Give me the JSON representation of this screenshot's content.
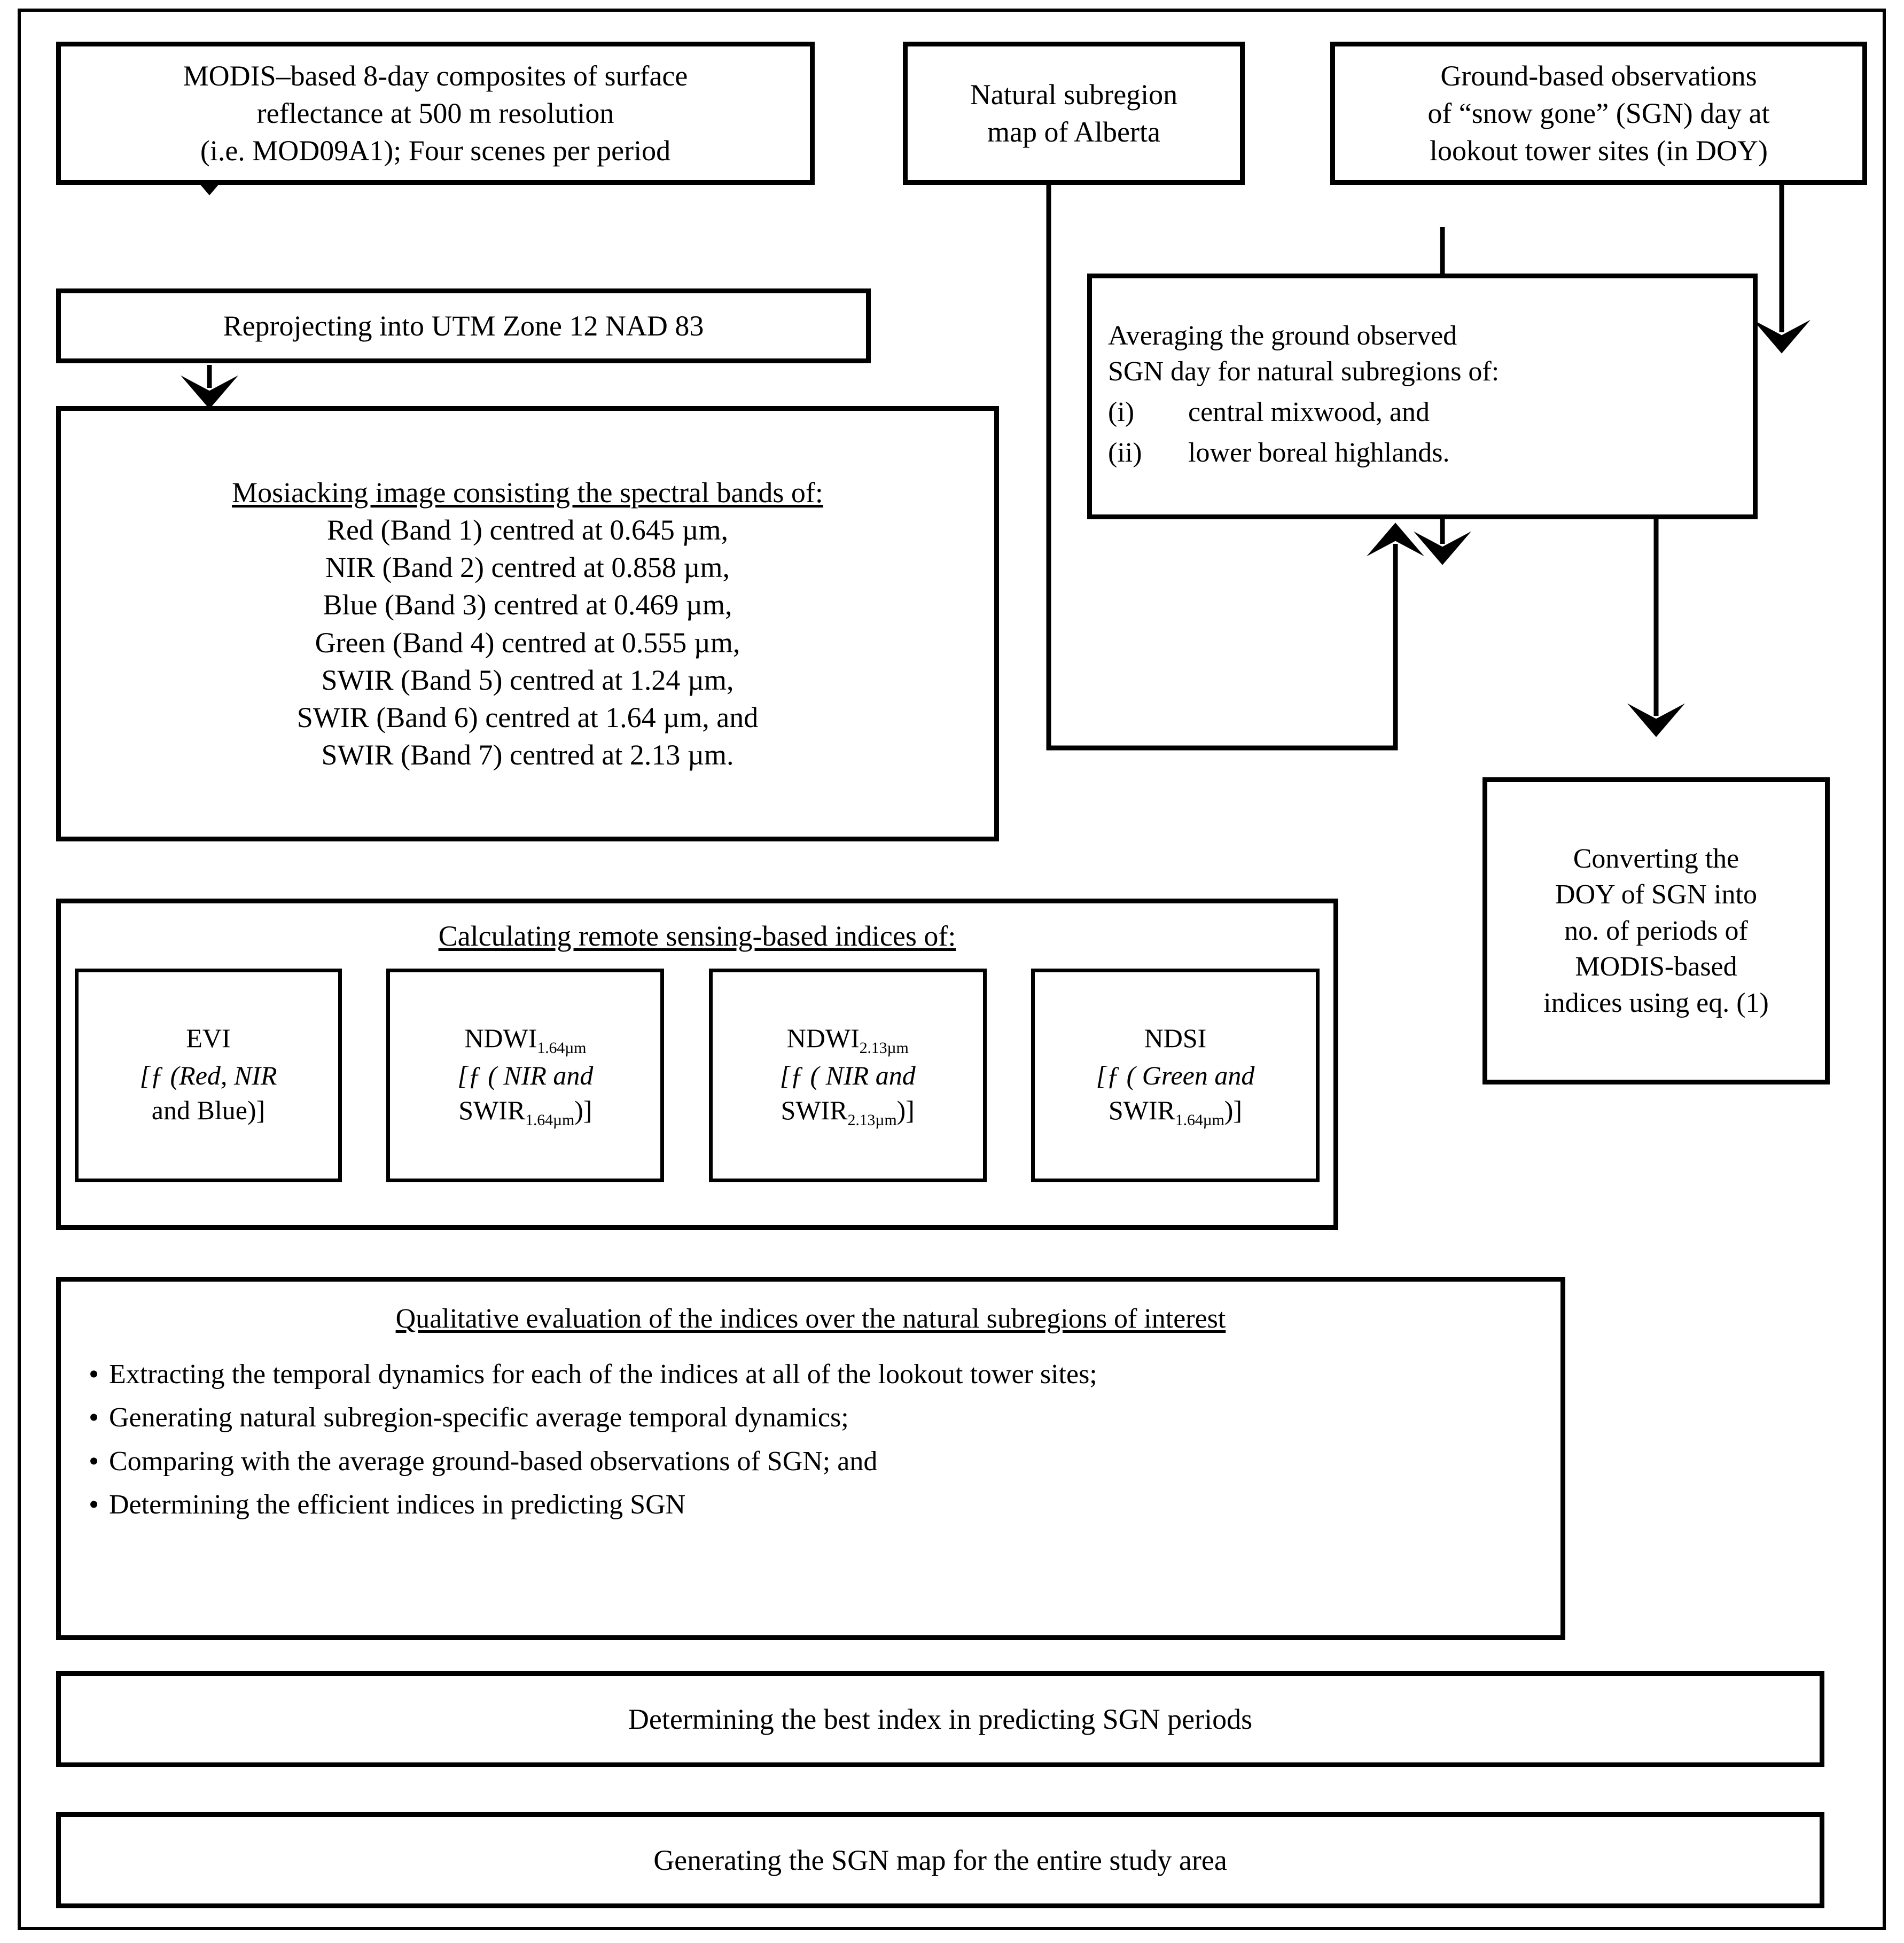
{
  "diagram": {
    "title": "MODIS snow-gone (SGN) mapping workflow",
    "ink_color": "#000000",
    "background_color": "#ffffff"
  },
  "nodes": {
    "modis_source": {
      "line1": "MODIS–based 8-day composites of surface",
      "line2": "reflectance at 500 m resolution",
      "line3": "(i.e. MOD09A1); Four  scenes per period"
    },
    "subregion_map": {
      "line1": "Natural subregion",
      "line2": "map of Alberta"
    },
    "ground_obs": {
      "line1": "Ground-based observations",
      "line2": "of “snow gone” (SGN) day at",
      "line3": "lookout tower sites (in DOY)"
    },
    "reproject": {
      "line1": "Reprojecting into UTM Zone 12 NAD 83"
    },
    "averaging": {
      "line1": "Averaging the ground  observed",
      "line2": "SGN day for natural subregions of:",
      "items": [
        {
          "marker": "(i)",
          "text": "central mixwood, and"
        },
        {
          "marker": "(ii)",
          "text": "lower boreal highlands."
        }
      ]
    },
    "mosaicking": {
      "heading": "Mosiacking image consisting the spectral bands of:",
      "bands": [
        "Red (Band 1) centred at 0.645 µm,",
        "NIR (Band 2) centred at 0.858 µm,",
        "Blue (Band 3) centred at 0.469 µm,",
        "Green (Band 4) centred at 0.555 µm,",
        "SWIR (Band 5) centred at 1.24 µm,",
        "SWIR (Band 6) centred at 1.64 µm, and",
        "SWIR (Band 7) centred at 2.13 µm."
      ]
    },
    "indices": {
      "heading": "Calculating remote sensing-based indices of:",
      "items": [
        {
          "name": "EVI",
          "name_sub": "",
          "formula_line1": "[ƒ (Red, NIR",
          "formula_line2": "and Blue)]",
          "formula_sub2": ""
        },
        {
          "name": "NDWI",
          "name_sub": "1.64µm",
          "formula_line1": "[ƒ ( NIR and",
          "formula_line2": "SWIR",
          "formula_sub2": "1.64µm",
          "formula_tail2": ")]"
        },
        {
          "name": "NDWI",
          "name_sub": "2.13µm",
          "formula_line1": "[ƒ ( NIR and",
          "formula_line2": "SWIR",
          "formula_sub2": "2.13µm",
          "formula_tail2": ")]"
        },
        {
          "name": "NDSI",
          "name_sub": "",
          "formula_line1": "[ƒ ( Green and",
          "formula_line2": "SWIR",
          "formula_sub2": "1.64µm",
          "formula_tail2": ")]"
        }
      ]
    },
    "converting": {
      "line1": "Converting the",
      "line2": "DOY of SGN into",
      "line3": "no. of periods of",
      "line4": "MODIS-based",
      "line5": "indices using eq. (1)"
    },
    "qualitative": {
      "heading": "Qualitative evaluation of the indices over the natural subregions of interest",
      "bullets": [
        "Extracting the temporal dynamics for each of the indices at all of the lookout tower sites;",
        "Generating natural subregion-specific average temporal dynamics;",
        "Comparing with the average ground-based observations of SGN; and",
        "Determining the efficient indices in predicting SGN"
      ]
    },
    "best_index": {
      "line1": "Determining the best index in predicting SGN periods"
    },
    "sgn_map": {
      "line1": "Generating the SGN map for the entire study area"
    }
  }
}
